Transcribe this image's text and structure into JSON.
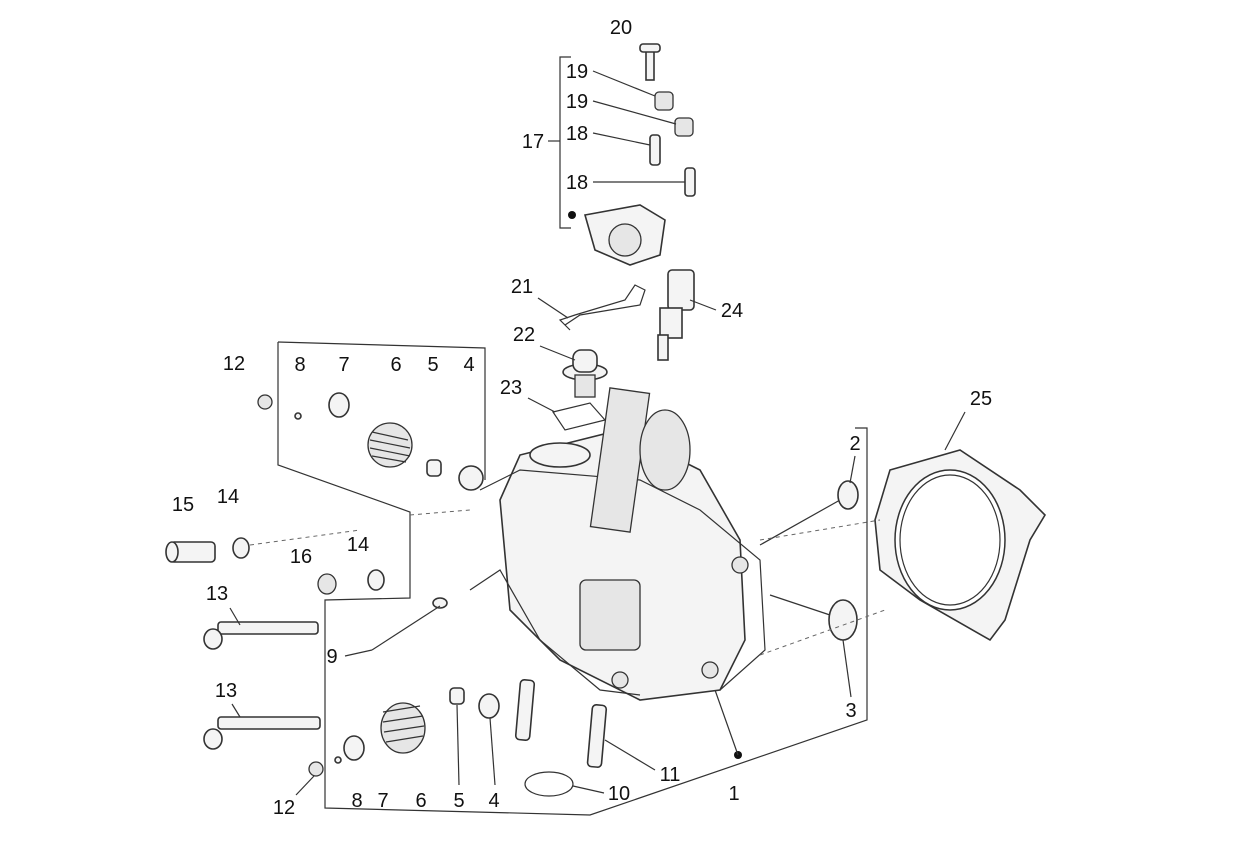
{
  "diagram": {
    "title": "Cylinder head exploded view",
    "callouts": [
      "20",
      "19",
      "19",
      "18",
      "17",
      "18",
      "21",
      "24",
      "22",
      "23",
      "12",
      "8",
      "7",
      "6",
      "5",
      "4",
      "25",
      "2",
      "15",
      "14",
      "16",
      "14",
      "13",
      "9",
      "3",
      "13",
      "11",
      "12",
      "8",
      "7",
      "6",
      "5",
      "4",
      "10",
      "1"
    ]
  }
}
